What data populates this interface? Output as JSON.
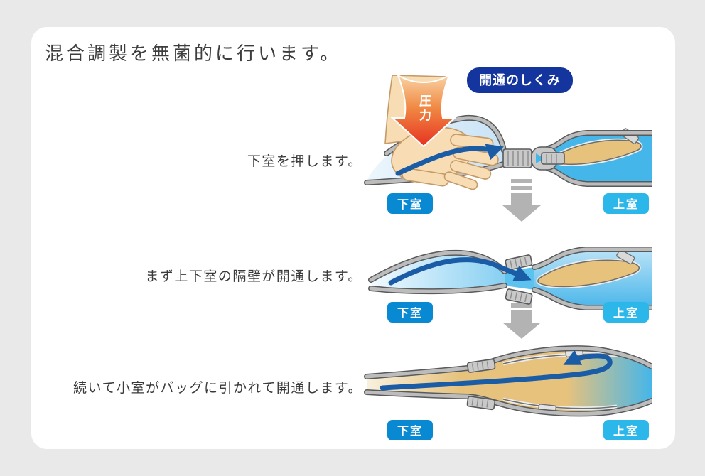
{
  "title": "混合調製を無菌的に行います。",
  "badge": {
    "label": "開通のしくみ"
  },
  "pressure_label": "圧力",
  "chamber_labels": {
    "lower": "下室",
    "upper": "上室"
  },
  "steps": [
    {
      "text": "下室を押します。"
    },
    {
      "text": "まず上下室の隔壁が開通します。"
    },
    {
      "text": "続いて小室がバッグに引かれて開通します。"
    }
  ],
  "colors": {
    "page_background": "#e9e9e9",
    "card_background": "#ffffff",
    "title_text": "#3d3d3d",
    "badge_background": "#14349e",
    "badge_text": "#ffffff",
    "lower_label_background": "#0989d2",
    "upper_label_background": "#2cb7ea",
    "label_text": "#ffffff",
    "flow_arrow_blue": "#1a5ca6",
    "pressure_arrow_red": "#e73120",
    "upper_liquid_blue": "#45b6ea",
    "lower_liquid_light_blue": "#d9ecfa",
    "drug_solution_tan": "#e6c27d",
    "bag_film_gray": "#bcbcbc",
    "down_arrow_gray": "#b3b3b3",
    "hand_skin": "#f8dcb4"
  }
}
